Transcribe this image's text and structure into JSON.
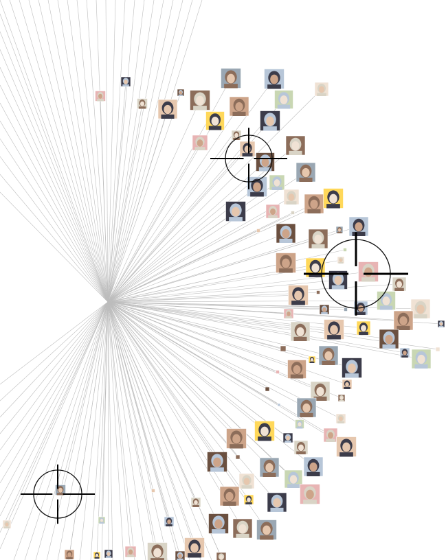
{
  "diagram": {
    "type": "radial-network",
    "hub_icon": "network-hub",
    "node_icon": "profile-photo-thumbnail",
    "reticle_icon": "crosshair-target",
    "edge_color": "#bdbdbd",
    "reticle_color": "#000000",
    "background_color": "#ffffff",
    "thumbnail_palette": [
      "#e6c7ae",
      "#cda489",
      "#8c6d5a",
      "#3c3c4a",
      "#b7c6d8",
      "#d9d4c6",
      "#f0e2d4",
      "#6b5040",
      "#ffd85a",
      "#9aa7b3",
      "#e8b4b4",
      "#c9d7b3"
    ],
    "node_count": 118,
    "reticle_count": 3
  }
}
